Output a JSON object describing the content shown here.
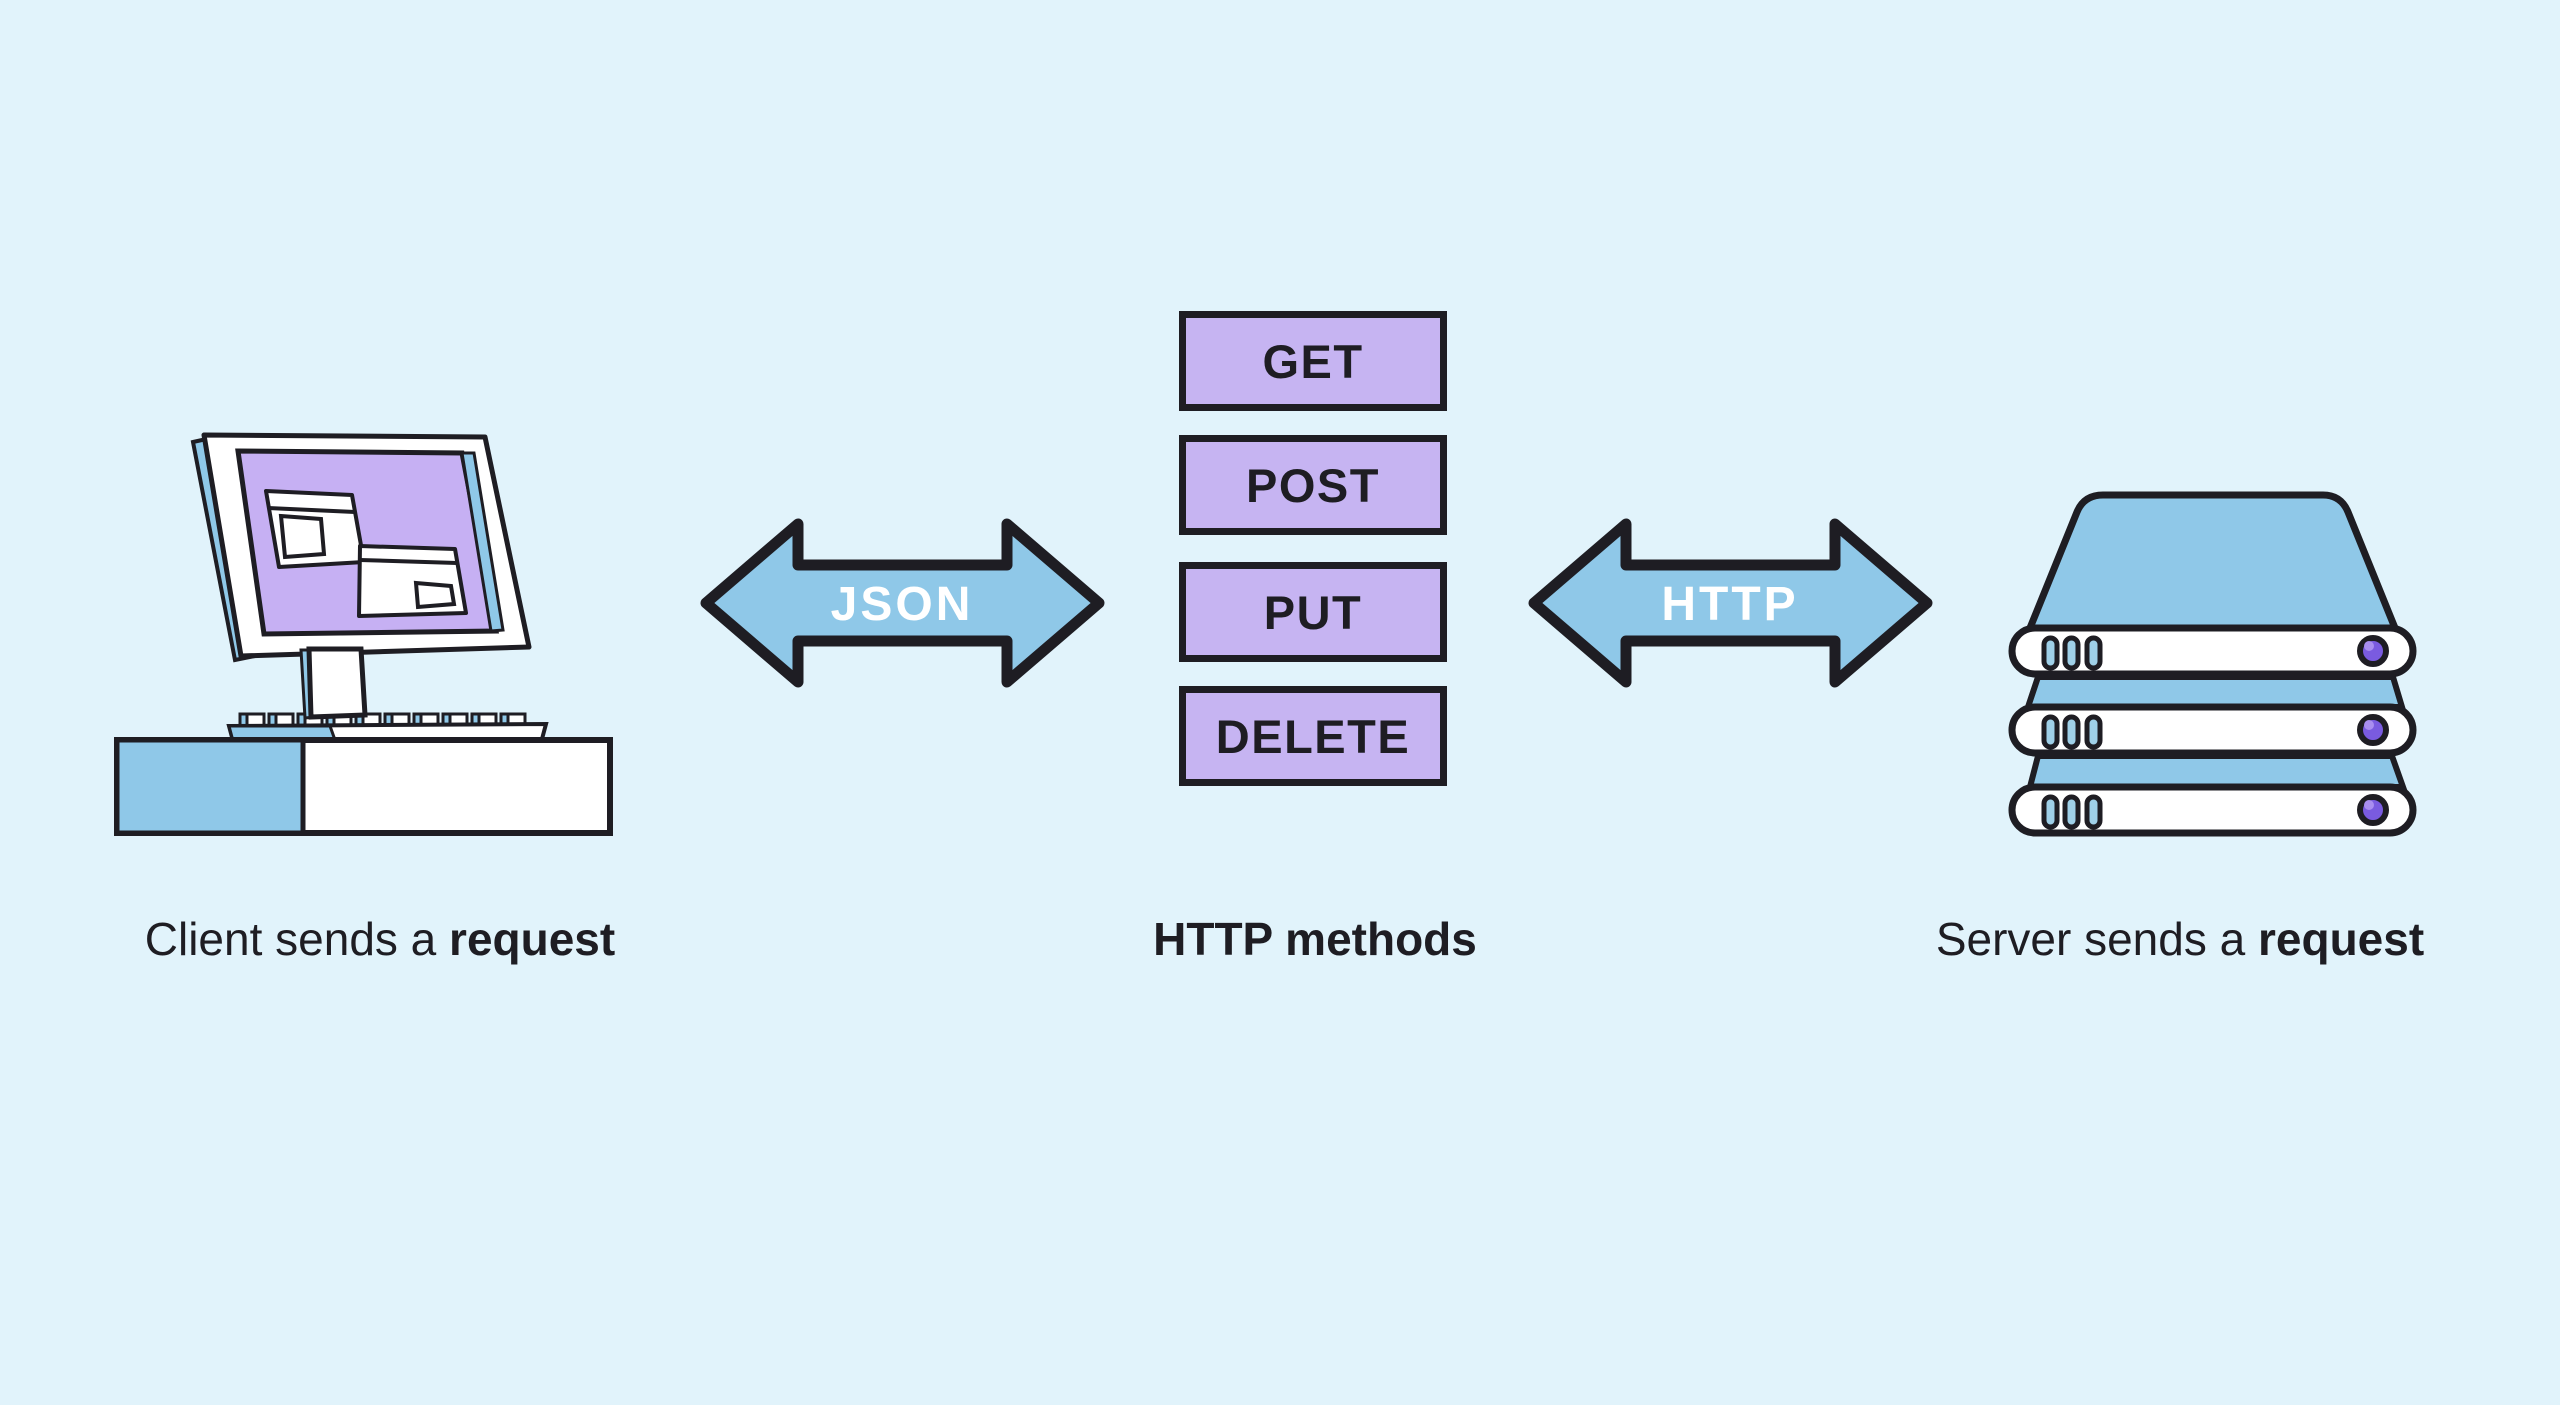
{
  "diagram": {
    "title_implied": "REST API request flow",
    "background_color": "#e1f3fb"
  },
  "client": {
    "illustration": "desktop-computer",
    "caption_regular": "Client sends a ",
    "caption_bold": "request"
  },
  "json_arrow": {
    "label": "JSON",
    "direction": "bidirectional"
  },
  "methods": {
    "caption": "HTTP methods",
    "items": [
      {
        "label": "GET"
      },
      {
        "label": "POST"
      },
      {
        "label": "PUT"
      },
      {
        "label": "DELETE"
      }
    ]
  },
  "http_arrow": {
    "label": "HTTP",
    "direction": "bidirectional"
  },
  "server": {
    "illustration": "server-stack",
    "caption_regular": "Server sends a ",
    "caption_bold": "request"
  },
  "colors": {
    "background": "#e1f3fb",
    "outline_black": "#1e1d23",
    "blue_fill": "#8fc8e8",
    "slot_blue": "#9fd0e8",
    "purple_box": "#c6b4f2",
    "screen_purple": "#c6b0f3",
    "led_purple": "#7a5be0",
    "led_highlight": "#a98ef0",
    "arrow_text": "#ffffff",
    "white": "#ffffff"
  }
}
